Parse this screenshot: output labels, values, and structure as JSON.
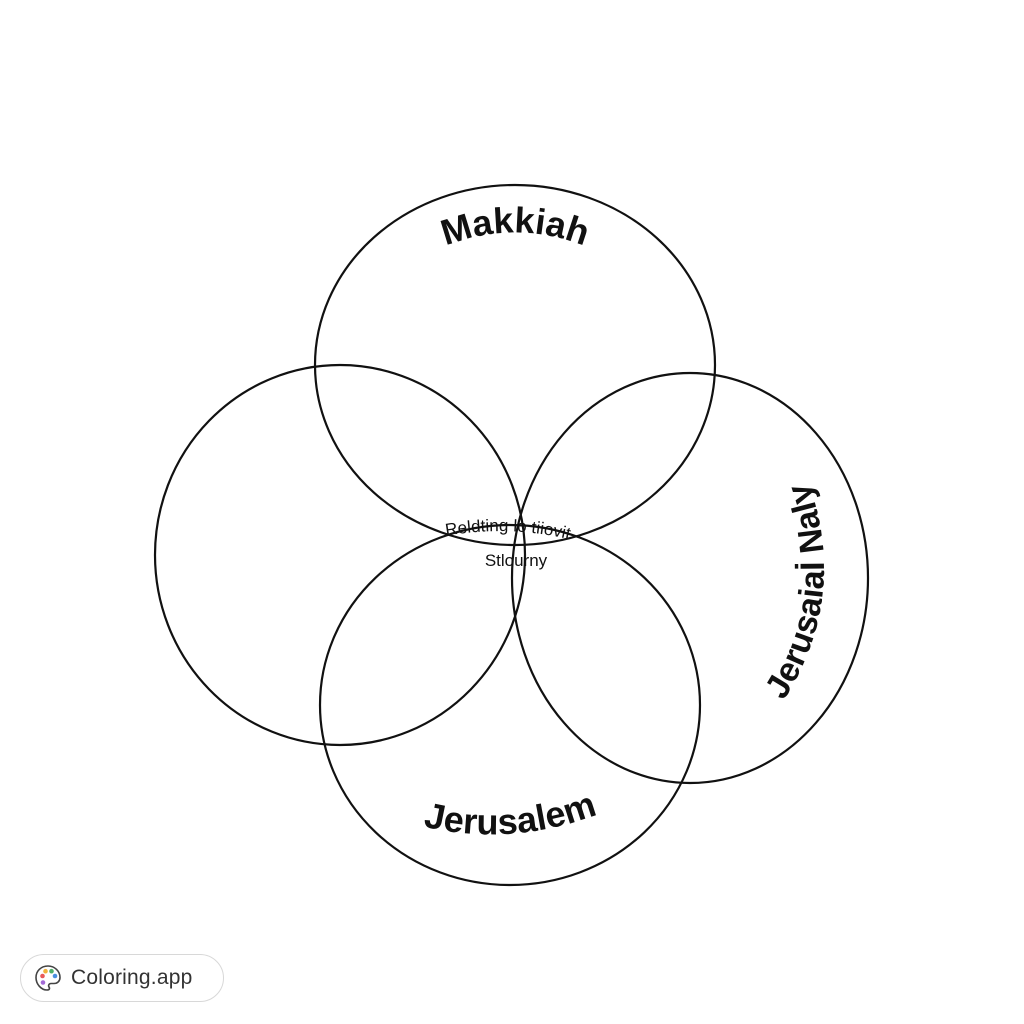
{
  "diagram": {
    "labels": {
      "top_circle": "Makkiah",
      "bottom_circle": "Jerusalem",
      "right_circle": "Jerusaiaİ Naly",
      "center_line1": "Reldting lo tiiovit",
      "center_line2": "Stlourny"
    }
  },
  "watermark": {
    "text": "Coloring.app",
    "icon": "palette-icon",
    "icon_colors": [
      "#e85a5a",
      "#f2b23a",
      "#4fb06a",
      "#4a8fe0",
      "#a36ad6"
    ]
  }
}
